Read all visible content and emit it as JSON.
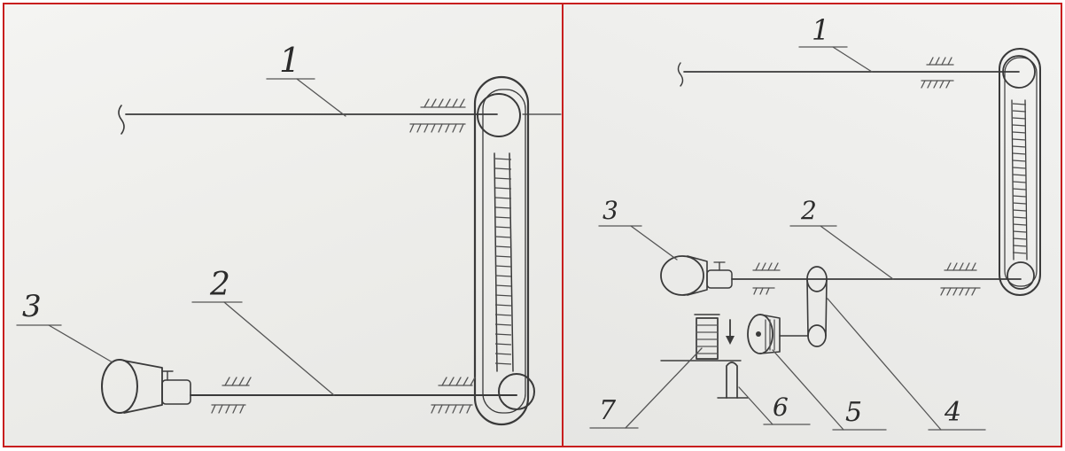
{
  "left_panel": {
    "labels": {
      "shaft_1": "1",
      "shaft_2": "2",
      "motor_3": "3"
    }
  },
  "right_panel": {
    "labels": {
      "shaft_1": "1",
      "shaft_2": "2",
      "motor_3": "3",
      "belt_4": "4",
      "roller_5": "5",
      "stop_6": "6",
      "spool_7": "7"
    }
  },
  "colors": {
    "frame": "#c81e1e",
    "ink": "#3a3a3a",
    "paper": "#eeeeeb"
  }
}
